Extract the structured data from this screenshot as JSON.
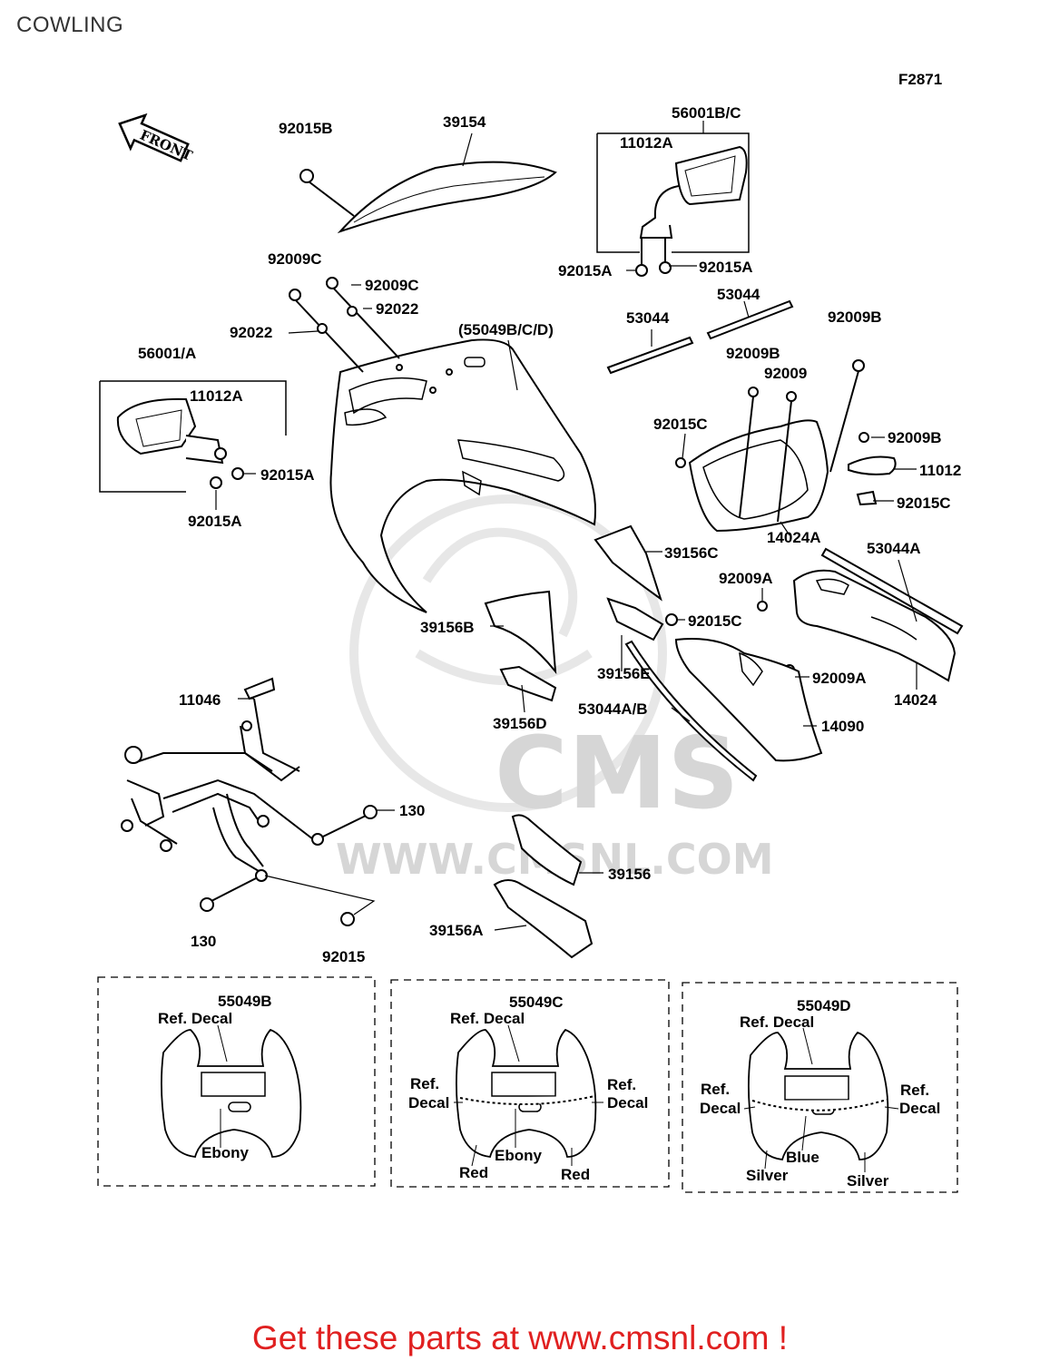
{
  "page": {
    "title": "COWLING"
  },
  "diagram": {
    "figure_id": "F2871",
    "front_label": "FRONT",
    "watermark_text": "CMS",
    "watermark_url": "WWW.CMSNL.COM",
    "parts": {
      "p92015B": "92015B",
      "p39154": "39154",
      "p56001BC": "56001B/C",
      "p11012A_r": "11012A",
      "p92015A_r1": "92015A",
      "p92015A_r2": "92015A",
      "p92009C_1": "92009C",
      "p92009C_2": "92009C",
      "p92022_1": "92022",
      "p92022_2": "92022",
      "p55049BCD": "(55049B/C/D)",
      "p53044_1": "53044",
      "p53044_2": "53044",
      "p92009B_1": "92009B",
      "p92009B_2": "92009B",
      "p92009": "92009",
      "p56001A": "56001/A",
      "p11012A_l": "11012A",
      "p92015A_l1": "92015A",
      "p92015A_l2": "92015A",
      "p92015C_1": "92015C",
      "p92009B_3": "92009B",
      "p11012": "11012",
      "p92015C_2": "92015C",
      "p14024A": "14024A",
      "p53044A": "53044A",
      "p39156C": "39156C",
      "p92009A_1": "92009A",
      "p92015C_3": "92015C",
      "p39156B": "39156B",
      "p39156E": "39156E",
      "p92009A_2": "92009A",
      "p14024": "14024",
      "p11046": "11046",
      "p39156D": "39156D",
      "p53044AB": "53044A/B",
      "p14090": "14090",
      "p130_1": "130",
      "p130_2": "130",
      "p39156": "39156",
      "p39156A": "39156A",
      "p92015": "92015"
    },
    "variants": [
      {
        "code": "55049B",
        "ref_decal_top": "Ref. Decal",
        "color_center": "Ebony"
      },
      {
        "code": "55049C",
        "ref_decal_top": "Ref. Decal",
        "ref_decal_left": "Ref.\nDecal",
        "ref_decal_right": "Ref.\nDecal",
        "color_center": "Ebony",
        "color_left": "Red",
        "color_right": "Red"
      },
      {
        "code": "55049D",
        "ref_decal_top": "Ref. Decal",
        "ref_decal_left": "Ref.\nDecal",
        "ref_decal_right": "Ref.\nDecal",
        "color_center": "Blue",
        "color_left": "Silver",
        "color_right": "Silver"
      }
    ],
    "variant_text": {
      "v1_code": "55049B",
      "v1_ref": "Ref. Decal",
      "v1_color": "Ebony",
      "v2_code": "55049C",
      "v2_ref": "Ref. Decal",
      "v2_ref_l1": "Ref.",
      "v2_ref_l2": "Decal",
      "v2_ref_r1": "Ref.",
      "v2_ref_r2": "Decal",
      "v2_color": "Ebony",
      "v2_left": "Red",
      "v2_right": "Red",
      "v3_code": "55049D",
      "v3_ref": "Ref. Decal",
      "v3_ref_l1": "Ref.",
      "v3_ref_l2": "Decal",
      "v3_ref_r1": "Ref.",
      "v3_ref_r2": "Decal",
      "v3_color": "Blue",
      "v3_left": "Silver",
      "v3_right": "Silver"
    }
  },
  "footer": {
    "cta": "Get these parts at www.cmsnl.com !"
  },
  "colors": {
    "cta": "#e02020",
    "line": "#000000",
    "watermark": "#d9d9d9"
  }
}
